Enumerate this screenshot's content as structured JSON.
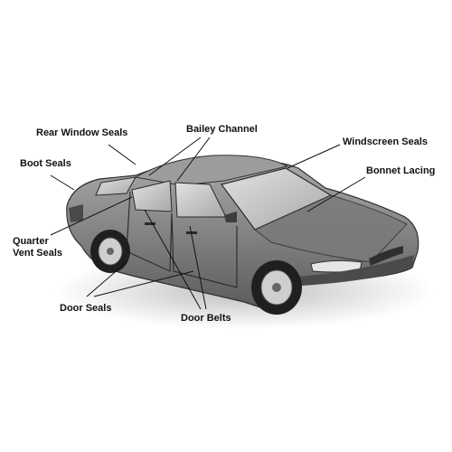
{
  "labels": {
    "rear_window_seals": "Rear Window Seals",
    "bailey_channel": "Bailey Channel",
    "windscreen_seals": "Windscreen Seals",
    "boot_seals": "Boot Seals",
    "bonnet_lacing": "Bonnet Lacing",
    "quarter_vent_seals_line1": "Quarter",
    "quarter_vent_seals_line2": "Vent Seals",
    "door_seals": "Door Seals",
    "door_belts": "Door Belts"
  },
  "colors": {
    "car_body": "#8a8a8a",
    "car_dark": "#3c3c3c",
    "glass": "#c9c9c9",
    "leader": "#111111",
    "shadow": "#cfcfcf"
  }
}
